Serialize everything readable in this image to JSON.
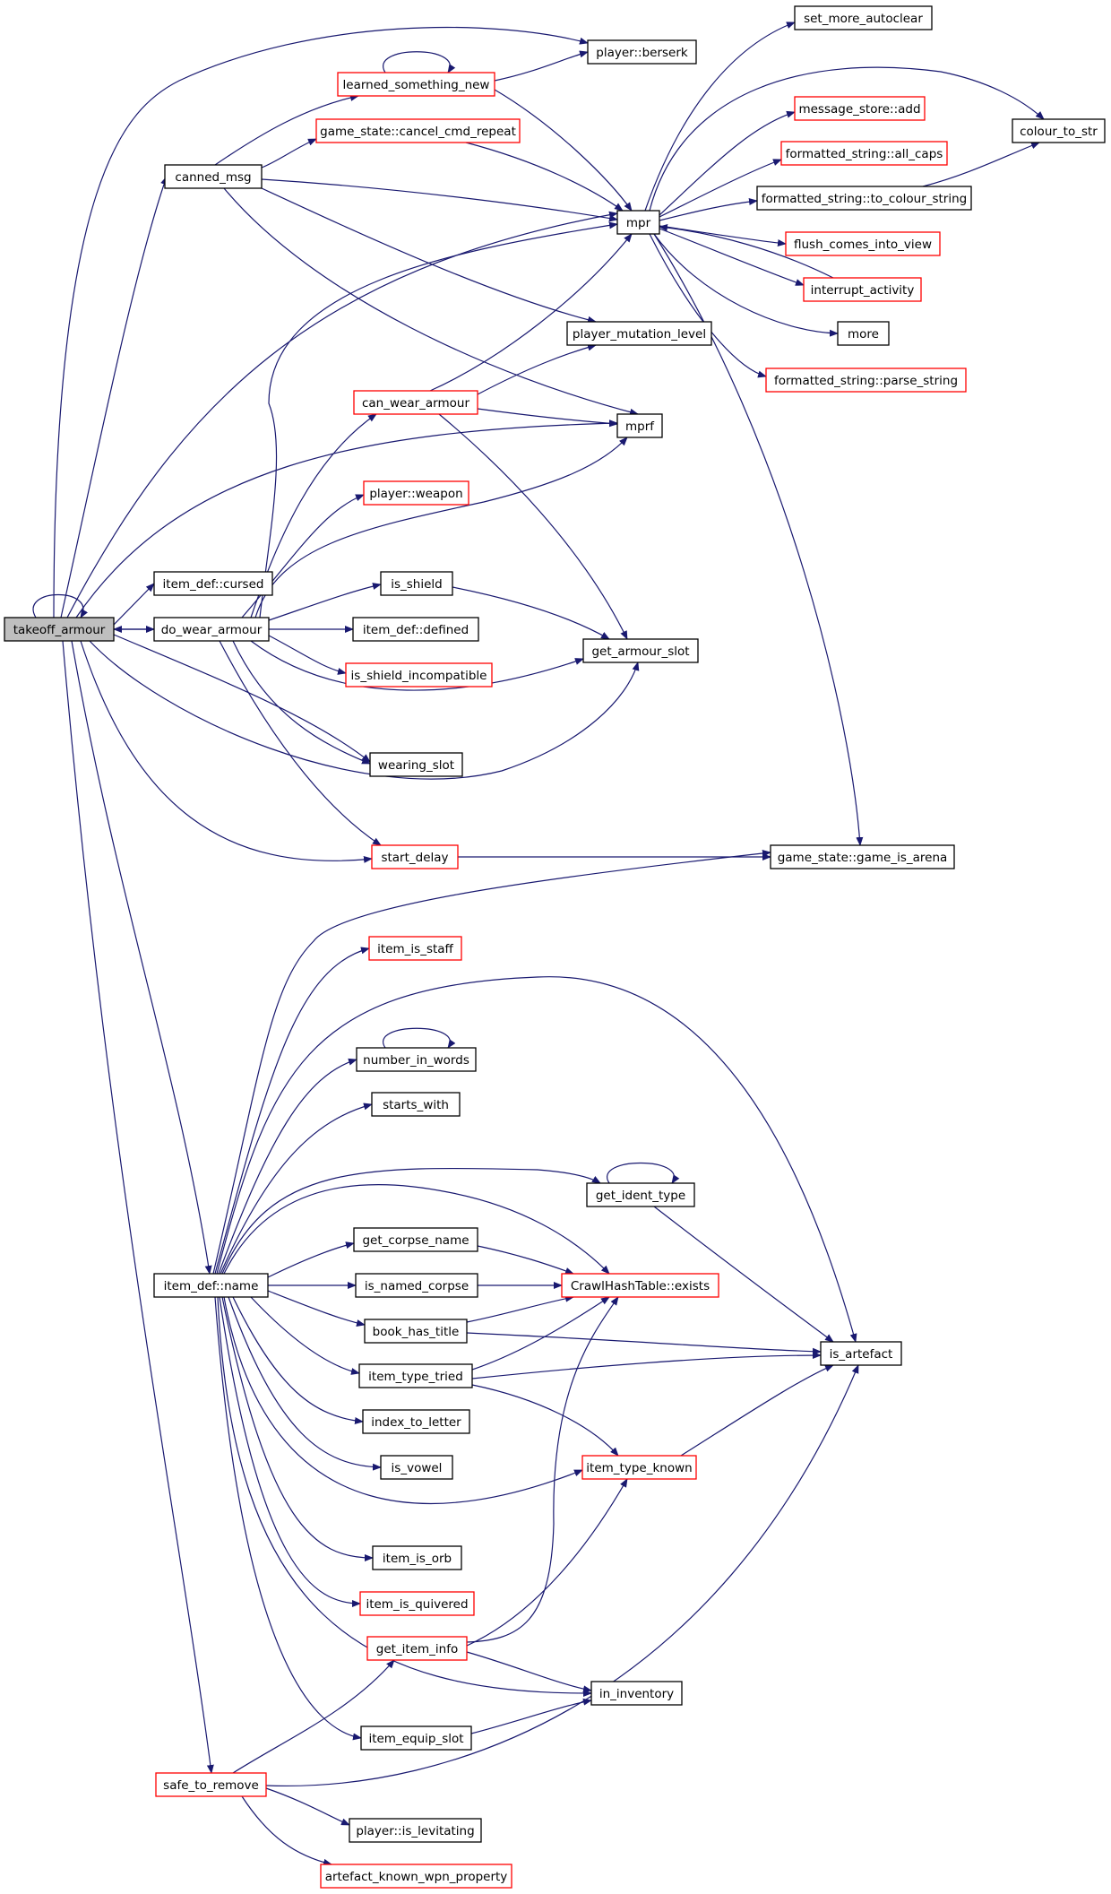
{
  "colors": {
    "edge": "#191970",
    "normal_border": "#000000",
    "undocumented_border": "#ff0000",
    "root_fill": "#bfbfbf",
    "node_fill": "#ffffff"
  },
  "nodes": [
    {
      "id": "takeoff_armour",
      "label": "takeoff_armour",
      "style": "root"
    },
    {
      "id": "canned_msg",
      "label": "canned_msg",
      "style": "normal"
    },
    {
      "id": "learned_something_new",
      "label": "learned_something_new",
      "style": "undocumented"
    },
    {
      "id": "player_berserk",
      "label": "player::berserk",
      "style": "normal"
    },
    {
      "id": "game_state_cancel_cmd_repeat",
      "label": "game_state::cancel_cmd_repeat",
      "style": "undocumented"
    },
    {
      "id": "mpr",
      "label": "mpr",
      "style": "normal"
    },
    {
      "id": "set_more_autoclear",
      "label": "set_more_autoclear",
      "style": "normal"
    },
    {
      "id": "message_store_add",
      "label": "message_store::add",
      "style": "undocumented"
    },
    {
      "id": "colour_to_str",
      "label": "colour_to_str",
      "style": "normal"
    },
    {
      "id": "formatted_string_all_caps",
      "label": "formatted_string::all_caps",
      "style": "undocumented"
    },
    {
      "id": "formatted_string_to_colour_string",
      "label": "formatted_string::to_colour_string",
      "style": "normal"
    },
    {
      "id": "flush_comes_into_view",
      "label": "flush_comes_into_view",
      "style": "undocumented"
    },
    {
      "id": "interrupt_activity",
      "label": "interrupt_activity",
      "style": "undocumented"
    },
    {
      "id": "more",
      "label": "more",
      "style": "normal"
    },
    {
      "id": "formatted_string_parse_string",
      "label": "formatted_string::parse_string",
      "style": "undocumented"
    },
    {
      "id": "player_mutation_level",
      "label": "player_mutation_level",
      "style": "normal"
    },
    {
      "id": "can_wear_armour",
      "label": "can_wear_armour",
      "style": "undocumented"
    },
    {
      "id": "mprf",
      "label": "mprf",
      "style": "normal"
    },
    {
      "id": "player_weapon",
      "label": "player::weapon",
      "style": "undocumented"
    },
    {
      "id": "item_def_cursed",
      "label": "item_def::cursed",
      "style": "normal"
    },
    {
      "id": "do_wear_armour",
      "label": "do_wear_armour",
      "style": "normal"
    },
    {
      "id": "is_shield",
      "label": "is_shield",
      "style": "normal"
    },
    {
      "id": "item_def_defined",
      "label": "item_def::defined",
      "style": "normal"
    },
    {
      "id": "is_shield_incompatible",
      "label": "is_shield_incompatible",
      "style": "undocumented"
    },
    {
      "id": "get_armour_slot",
      "label": "get_armour_slot",
      "style": "normal"
    },
    {
      "id": "wearing_slot",
      "label": "wearing_slot",
      "style": "normal"
    },
    {
      "id": "start_delay",
      "label": "start_delay",
      "style": "undocumented"
    },
    {
      "id": "game_state_game_is_arena",
      "label": "game_state::game_is_arena",
      "style": "normal"
    },
    {
      "id": "item_is_staff",
      "label": "item_is_staff",
      "style": "undocumented"
    },
    {
      "id": "number_in_words",
      "label": "number_in_words",
      "style": "normal"
    },
    {
      "id": "starts_with",
      "label": "starts_with",
      "style": "normal"
    },
    {
      "id": "get_ident_type",
      "label": "get_ident_type",
      "style": "normal"
    },
    {
      "id": "get_corpse_name",
      "label": "get_corpse_name",
      "style": "normal"
    },
    {
      "id": "item_def_name",
      "label": "item_def::name",
      "style": "normal"
    },
    {
      "id": "is_named_corpse",
      "label": "is_named_corpse",
      "style": "normal"
    },
    {
      "id": "crawl_hash_table_exists",
      "label": "CrawlHashTable::exists",
      "style": "undocumented"
    },
    {
      "id": "book_has_title",
      "label": "book_has_title",
      "style": "normal"
    },
    {
      "id": "is_artefact",
      "label": "is_artefact",
      "style": "normal"
    },
    {
      "id": "item_type_tried",
      "label": "item_type_tried",
      "style": "normal"
    },
    {
      "id": "index_to_letter",
      "label": "index_to_letter",
      "style": "normal"
    },
    {
      "id": "is_vowel",
      "label": "is_vowel",
      "style": "normal"
    },
    {
      "id": "item_type_known",
      "label": "item_type_known",
      "style": "undocumented"
    },
    {
      "id": "item_is_orb",
      "label": "item_is_orb",
      "style": "normal"
    },
    {
      "id": "item_is_quivered",
      "label": "item_is_quivered",
      "style": "undocumented"
    },
    {
      "id": "get_item_info",
      "label": "get_item_info",
      "style": "undocumented"
    },
    {
      "id": "in_inventory",
      "label": "in_inventory",
      "style": "normal"
    },
    {
      "id": "item_equip_slot",
      "label": "item_equip_slot",
      "style": "normal"
    },
    {
      "id": "safe_to_remove",
      "label": "safe_to_remove",
      "style": "undocumented"
    },
    {
      "id": "player_is_levitating",
      "label": "player::is_levitating",
      "style": "normal"
    },
    {
      "id": "artefact_known_wpn_property",
      "label": "artefact_known_wpn_property",
      "style": "undocumented"
    }
  ]
}
